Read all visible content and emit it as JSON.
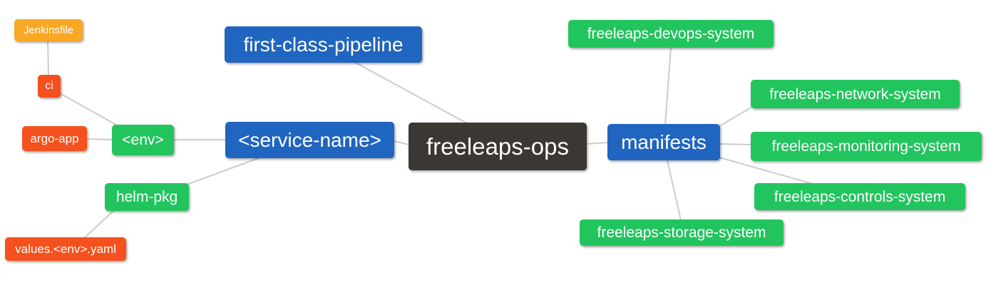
{
  "diagram": {
    "nodes": [
      {
        "id": "jenkinsfile",
        "label": "Jenkinsfile",
        "role": "orange"
      },
      {
        "id": "ci",
        "label": "ci",
        "role": "red"
      },
      {
        "id": "argo-app",
        "label": "argo-app",
        "role": "red"
      },
      {
        "id": "env",
        "label": "<env>",
        "role": "green"
      },
      {
        "id": "first-class-pipeline",
        "label": "first-class-pipeline",
        "role": "blue"
      },
      {
        "id": "service-name",
        "label": "<service-name>",
        "role": "blue"
      },
      {
        "id": "helm-pkg",
        "label": "helm-pkg",
        "role": "green"
      },
      {
        "id": "values-env-yaml",
        "label": "values.<env>.yaml",
        "role": "red"
      },
      {
        "id": "freeleaps-ops",
        "label": "freeleaps-ops",
        "role": "dark"
      },
      {
        "id": "manifests",
        "label": "manifests",
        "role": "blue"
      },
      {
        "id": "freeleaps-devops-system",
        "label": "freeleaps-devops-system",
        "role": "green"
      },
      {
        "id": "freeleaps-network-system",
        "label": "freeleaps-network-system",
        "role": "green"
      },
      {
        "id": "freeleaps-monitoring-system",
        "label": "freeleaps-monitoring-system",
        "role": "green"
      },
      {
        "id": "freeleaps-controls-system",
        "label": "freeleaps-controls-system",
        "role": "green"
      },
      {
        "id": "freeleaps-storage-system",
        "label": "freeleaps-storage-system",
        "role": "green"
      }
    ],
    "edges": [
      {
        "from": "jenkinsfile",
        "to": "ci"
      },
      {
        "from": "ci",
        "to": "env"
      },
      {
        "from": "argo-app",
        "to": "env"
      },
      {
        "from": "env",
        "to": "service-name"
      },
      {
        "from": "service-name",
        "to": "helm-pkg"
      },
      {
        "from": "helm-pkg",
        "to": "values-env-yaml"
      },
      {
        "from": "first-class-pipeline",
        "to": "freeleaps-ops"
      },
      {
        "from": "service-name",
        "to": "freeleaps-ops"
      },
      {
        "from": "freeleaps-ops",
        "to": "manifests"
      },
      {
        "from": "manifests",
        "to": "freeleaps-devops-system"
      },
      {
        "from": "manifests",
        "to": "freeleaps-network-system"
      },
      {
        "from": "manifests",
        "to": "freeleaps-monitoring-system"
      },
      {
        "from": "manifests",
        "to": "freeleaps-controls-system"
      },
      {
        "from": "manifests",
        "to": "freeleaps-storage-system"
      }
    ],
    "colors": {
      "orange": "#F9A825",
      "red": "#F4511E",
      "green": "#22C45E",
      "blue": "#2065BF",
      "dark": "#3B3733",
      "edge": "#CCCCCC",
      "text": "#FFFFFF",
      "background": "#FFFFFF"
    }
  }
}
